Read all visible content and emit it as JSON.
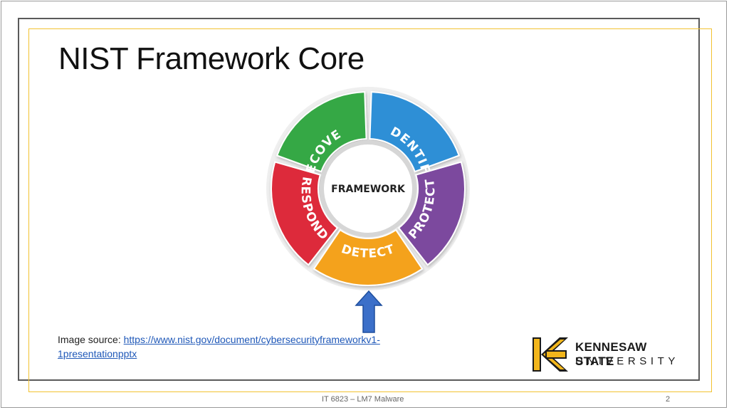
{
  "slide": {
    "title": "NIST Framework Core",
    "image_source_label": "Image source:",
    "image_source_url": "https://www.nist.gov/document/cybersecurityframeworkv1-1presentationpptx",
    "image_source_link_line1": "https://www.nist.gov/document/cybersecurityframeworkv1-",
    "image_source_link_line2": "1presentationpptx",
    "footer": "IT 6823 – LM7 Malware",
    "page_number": "2"
  },
  "wheel": {
    "center": "FRAMEWORK",
    "segments": [
      {
        "label": "IDENTIFY",
        "color": "#2f8fd6"
      },
      {
        "label": "PROTECT",
        "color": "#7b4a9e"
      },
      {
        "label": "DETECT",
        "color": "#f4a21d"
      },
      {
        "label": "RESPOND",
        "color": "#dd2b3a"
      },
      {
        "label": "RECOVER",
        "color": "#34a845"
      }
    ]
  },
  "arrow": {
    "color": "#3b6fc9",
    "icon": "up-arrow-icon"
  },
  "logo": {
    "name": "KENNESAW STATE",
    "sub": "UNIVERSITY",
    "color": "#f2b61c"
  }
}
